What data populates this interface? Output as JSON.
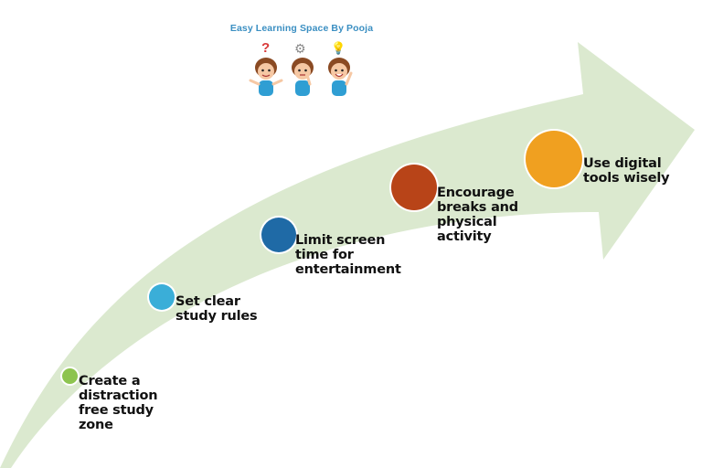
{
  "branding": {
    "title": "Easy Learning Space By Pooja",
    "mascots": [
      {
        "icon": "question-mark-icon",
        "symbol": "?"
      },
      {
        "icon": "gears-icon",
        "symbol": "⚙"
      },
      {
        "icon": "lightbulb-icon",
        "symbol": "💡"
      }
    ]
  },
  "arrow": {
    "color": "#dbe9cf"
  },
  "steps": [
    {
      "label": "Create a\ndistraction\nfree study\nzone",
      "color": "#8dc44f"
    },
    {
      "label": "Set clear\nstudy rules",
      "color": "#3aaed8"
    },
    {
      "label": "Limit screen\ntime for\nentertainment",
      "color": "#1f6aa6"
    },
    {
      "label": "Encourage\nbreaks and\nphysical\nactivity",
      "color": "#b84418"
    },
    {
      "label": "Use digital\ntools wisely",
      "color": "#f0a020"
    }
  ]
}
